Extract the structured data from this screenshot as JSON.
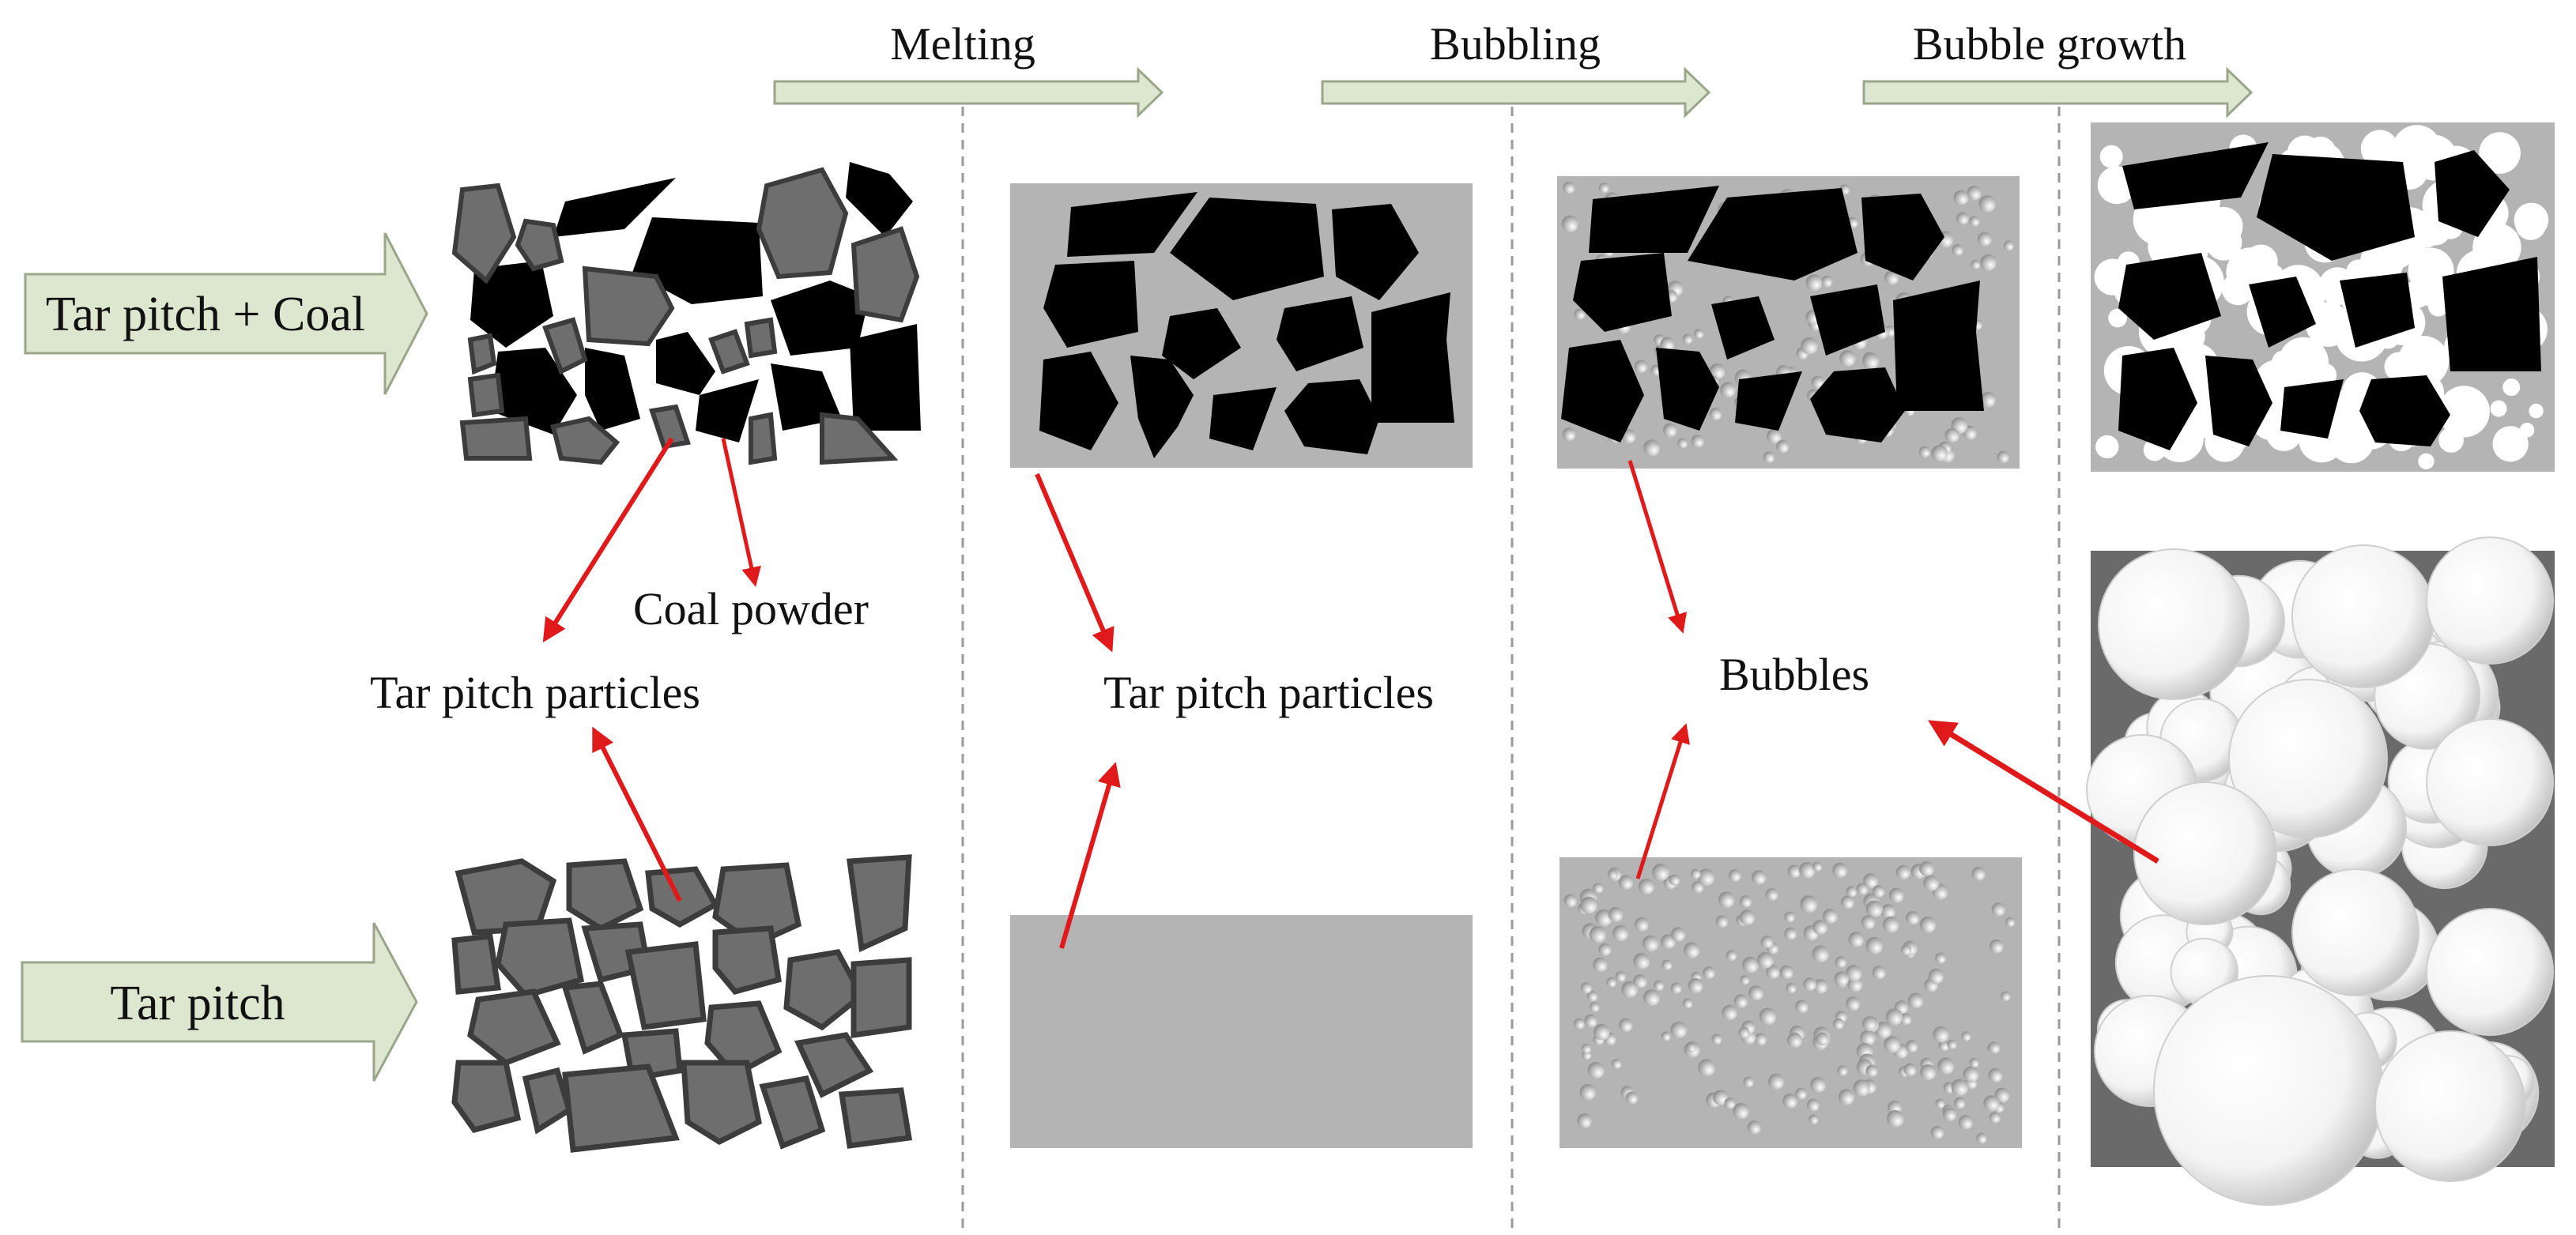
{
  "stages": [
    {
      "label": "Melting"
    },
    {
      "label": "Bubbling"
    },
    {
      "label": "Bubble growth"
    }
  ],
  "inputs": {
    "top": "Tar pitch + Coal",
    "bottom": "Tar pitch"
  },
  "labels": {
    "coal_powder": "Coal powder",
    "tar_pitch_particles_left": "Tar pitch particles",
    "tar_pitch_particles_mid": "Tar pitch particles",
    "bubbles": "Bubbles"
  },
  "colors": {
    "coal": "#000000",
    "pitch_particle": "#6e6e6e",
    "pitch_particle_edge": "#3c3c3c",
    "melt": "#b4b4b4",
    "melt_dark": "#6a6a6a",
    "arrow_fill": "#dde6cf",
    "arrow_stroke": "#9aa68a",
    "annotation": "#e01a1a",
    "divider": "#9a9a9a",
    "bubble": "#ffffff"
  }
}
